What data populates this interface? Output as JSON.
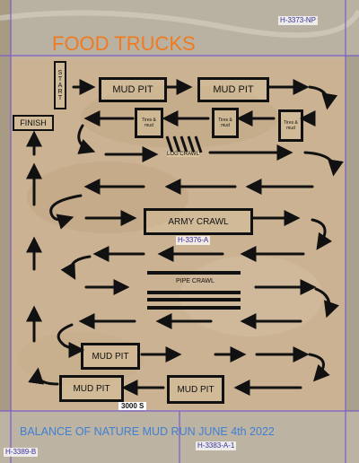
{
  "title": "FOOD TRUCKS",
  "caption": "BALANCE OF NATURE MUD RUN JUNE 4th 2022",
  "road_label": "3000 S",
  "parcel_ids": {
    "top_right": "H-3373-NP",
    "center": "H-3376-A",
    "bottom_left": "H-3389-B",
    "bottom_center": "H-3383-A-1"
  },
  "course": {
    "start": "START",
    "finish": "FINISH",
    "obstacles": {
      "mud_pit_1": "MUD PIT",
      "mud_pit_2": "MUD PIT",
      "tires_1": "Tires & mud",
      "tires_2": "Tires & mud",
      "tires_3": "Tires & mud",
      "log_crawl": "LOG CRAWL",
      "army_crawl": "ARMY CRAWL",
      "pipe_crawl": "PIPE CRAWL",
      "mud_pit_3": "MUD PIT",
      "mud_pit_4": "MUD PIT",
      "mud_pit_5": "MUD PIT"
    }
  },
  "colors": {
    "title": "#f07a20",
    "caption": "#3f7fd4",
    "parcel_line": "#7b5cc9",
    "arrow": "#111111"
  }
}
